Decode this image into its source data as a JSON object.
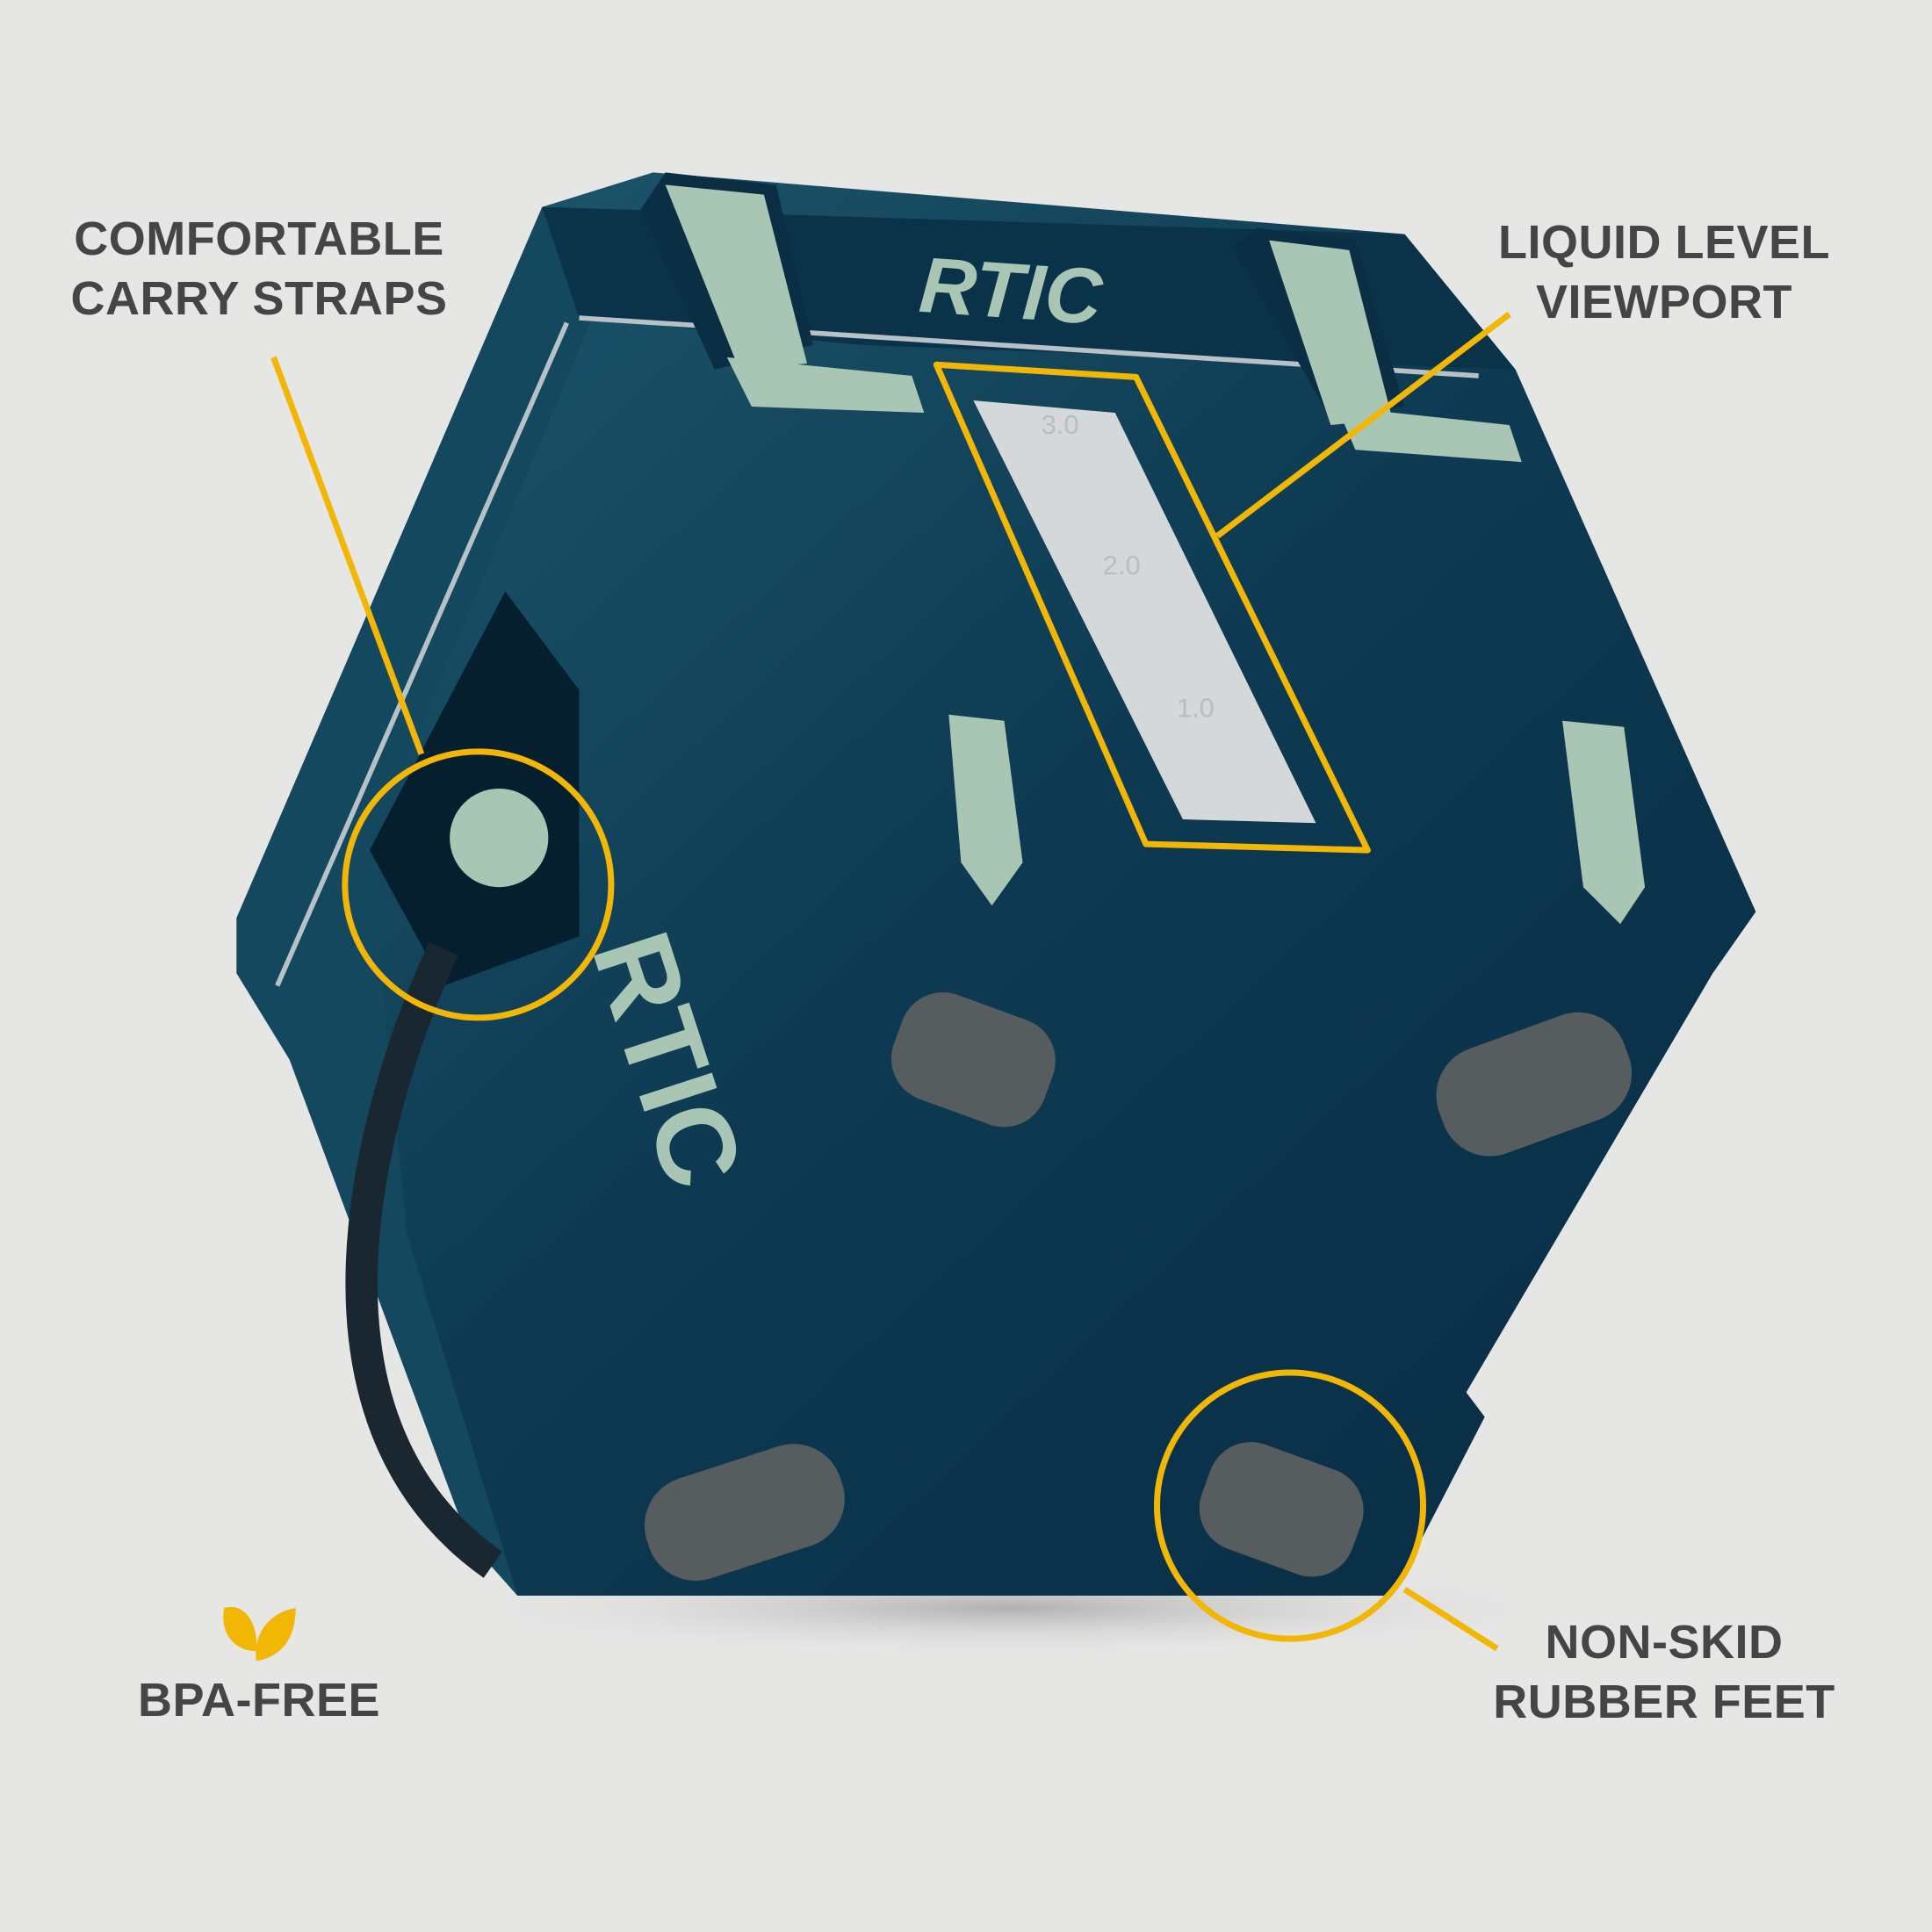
{
  "callouts": {
    "carry_straps": {
      "line1": "COMFORTABLE",
      "line2": "CARRY STRAPS"
    },
    "viewport": {
      "line1": "LIQUID LEVEL",
      "line2": "VIEWPORT"
    },
    "feet": {
      "line1": "NON-SKID",
      "line2": "RUBBER FEET"
    },
    "bpa": {
      "label": "BPA-FREE",
      "icon": "leaf-icon"
    }
  },
  "product": {
    "brand": "RTIC",
    "gauge_marks": [
      "3.0",
      "2.0",
      "1.0"
    ]
  },
  "colors": {
    "background": "#e6e6e5",
    "accent": "#f2b705",
    "body": "#0e3d52",
    "latch": "#a9c6b4",
    "feet": "#555a5c",
    "text": "#454545"
  }
}
